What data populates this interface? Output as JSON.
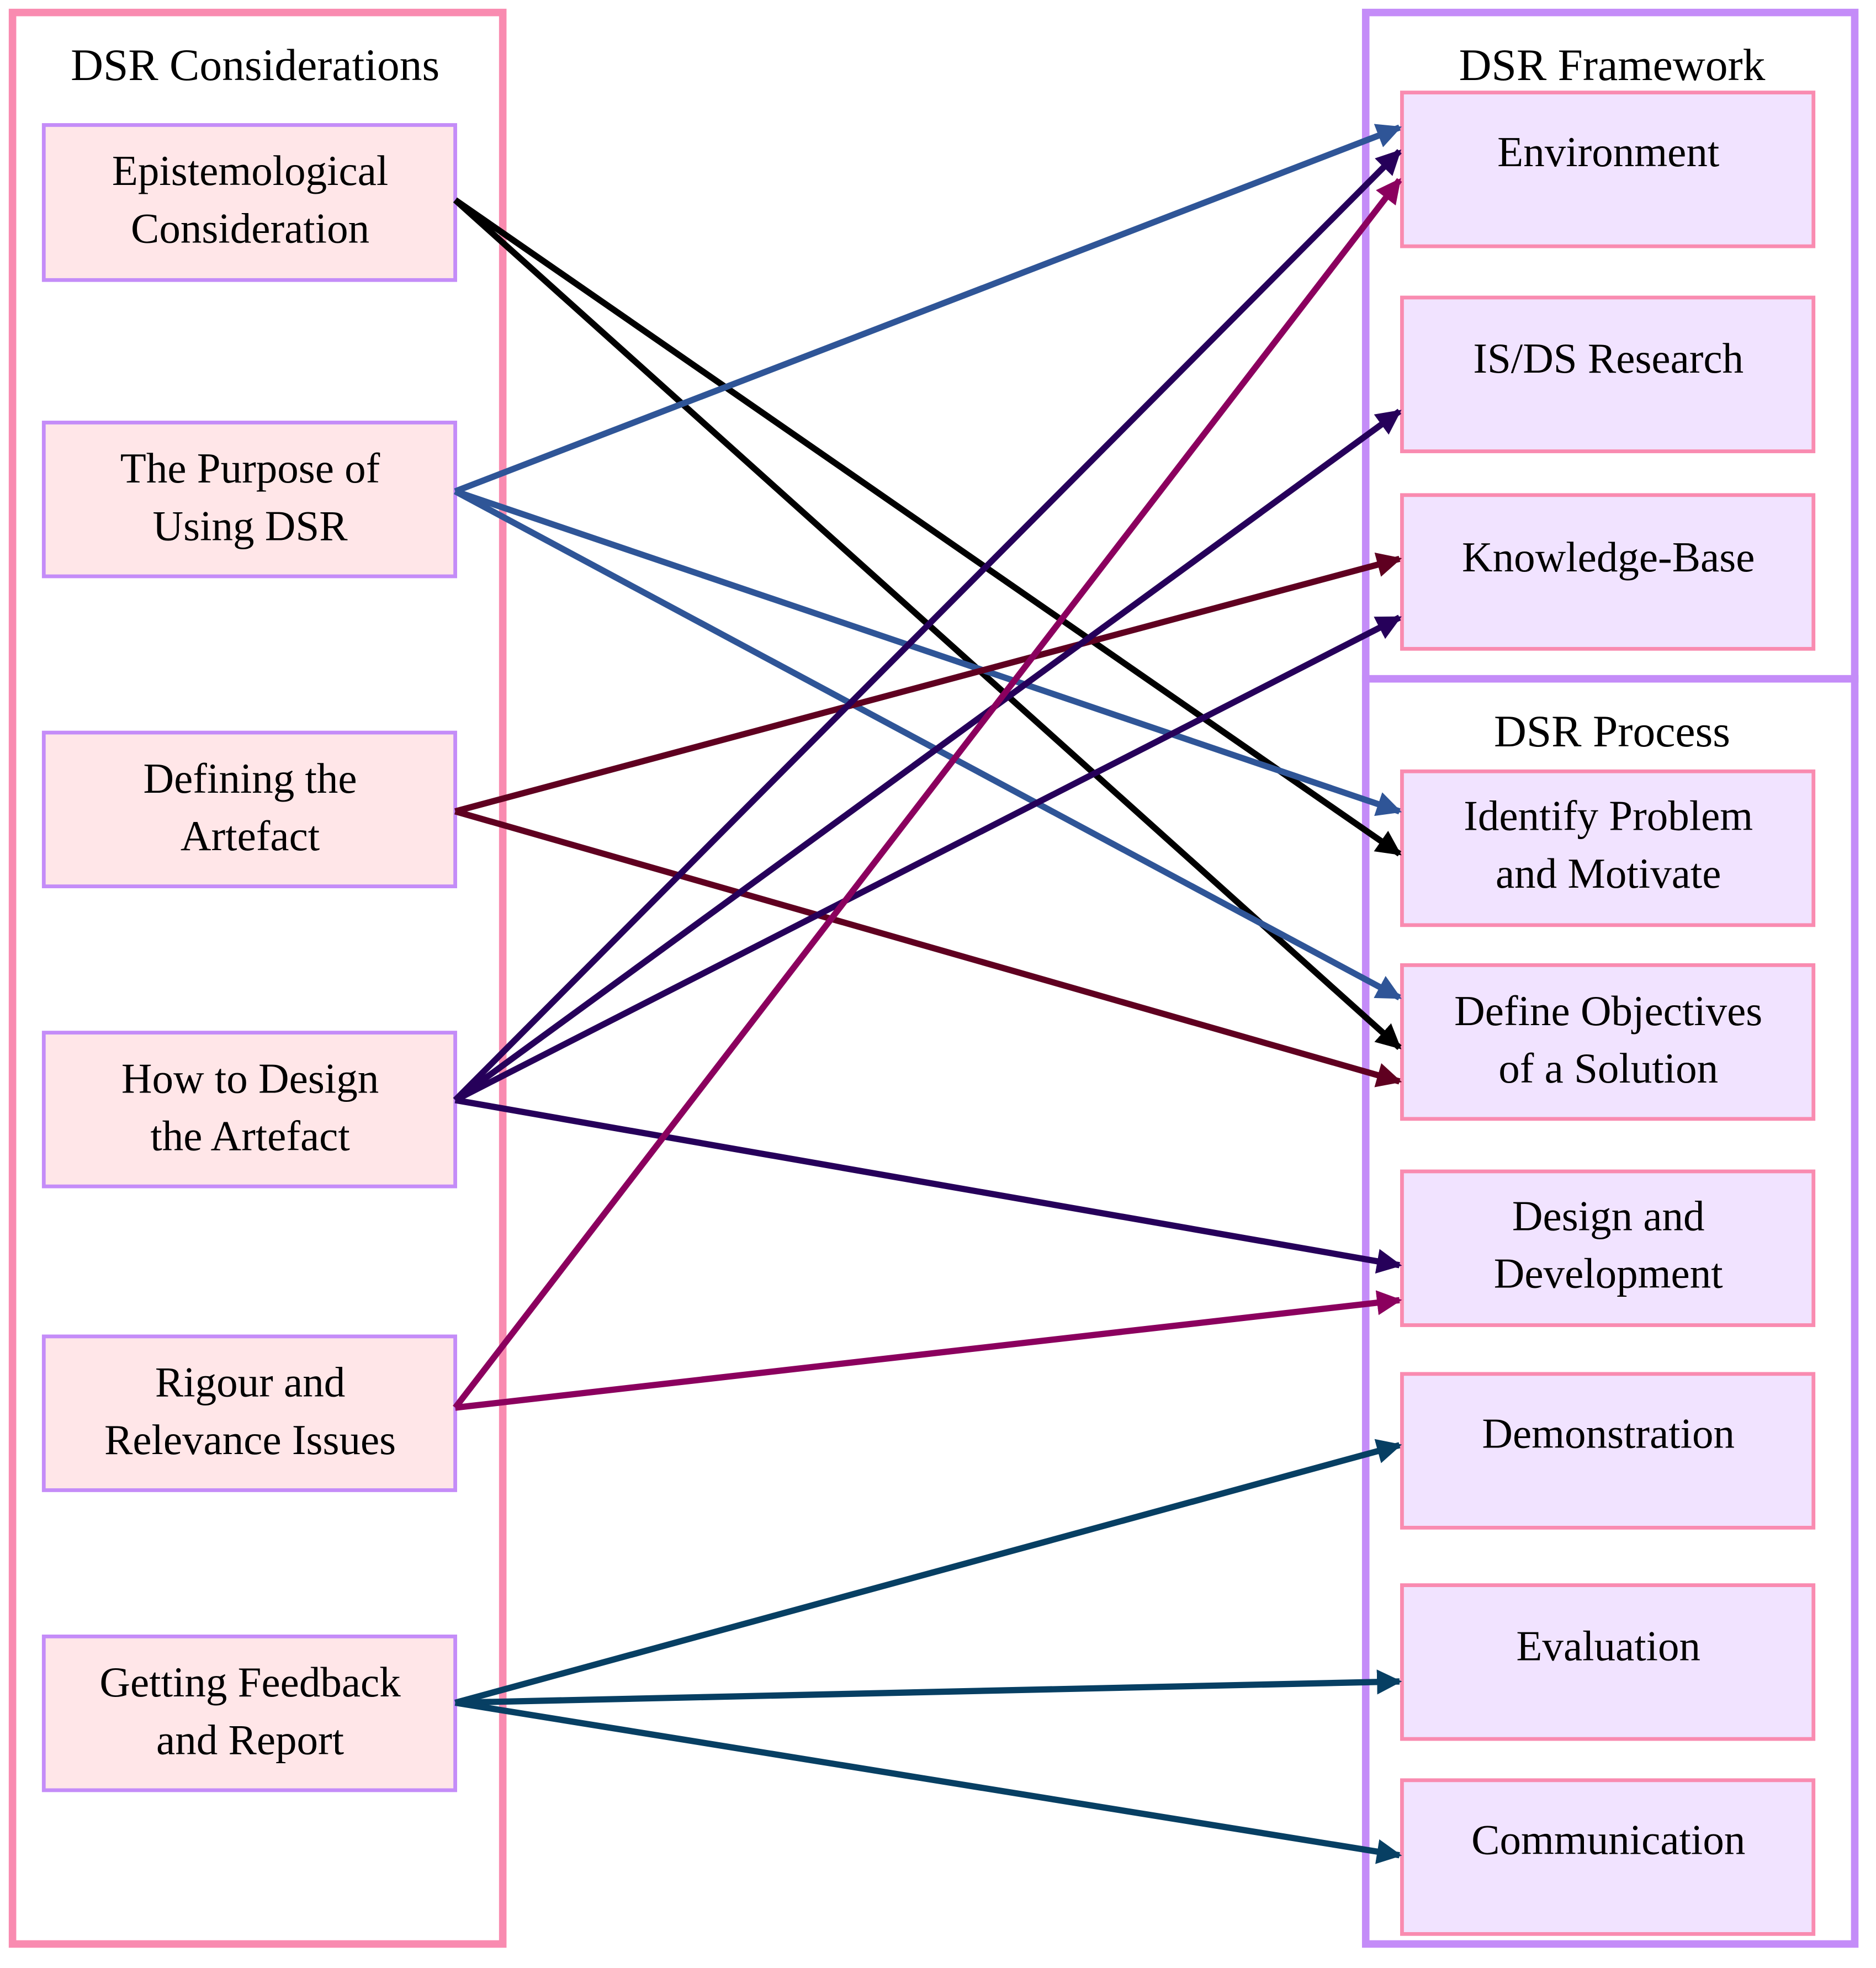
{
  "left_panel": {
    "title": "DSR Considerations",
    "border_color": "#f98bb0",
    "items": [
      {
        "id": "epi",
        "lines": [
          "Epistemological",
          "Consideration"
        ]
      },
      {
        "id": "purpose",
        "lines": [
          "The Purpose of",
          "Using DSR"
        ]
      },
      {
        "id": "defining",
        "lines": [
          "Defining the",
          "Artefact"
        ]
      },
      {
        "id": "how",
        "lines": [
          "How to Design",
          "the Artefact"
        ]
      },
      {
        "id": "rigour",
        "lines": [
          "Rigour and",
          "Relevance Issues"
        ]
      },
      {
        "id": "feedback",
        "lines": [
          "Getting Feedback",
          "and Report"
        ]
      }
    ],
    "item_fill": "#ffe6e8",
    "item_border": "#c48cf8"
  },
  "framework_panel": {
    "title": "DSR Framework",
    "border_color": "#c48cf8",
    "items": [
      {
        "id": "environment",
        "lines": [
          "Environment"
        ]
      },
      {
        "id": "isds",
        "lines": [
          "IS/DS Research"
        ]
      },
      {
        "id": "kb",
        "lines": [
          "Knowledge-Base"
        ]
      }
    ]
  },
  "process_panel": {
    "title": "DSR Process",
    "border_color": "#c48cf8",
    "items": [
      {
        "id": "identify",
        "lines": [
          "Identify Problem",
          "and Motivate"
        ]
      },
      {
        "id": "define",
        "lines": [
          "Define Objectives",
          "of a Solution"
        ]
      },
      {
        "id": "design",
        "lines": [
          "Design and",
          "Development"
        ]
      },
      {
        "id": "demo",
        "lines": [
          "Demonstration"
        ]
      },
      {
        "id": "eval",
        "lines": [
          "Evaluation"
        ]
      },
      {
        "id": "comm",
        "lines": [
          "Communication"
        ]
      }
    ]
  },
  "right_item_fill": "#f1e3ff",
  "right_item_border": "#f98bb0",
  "connections": [
    {
      "from": "epi",
      "to": "identify",
      "color": "#000000"
    },
    {
      "from": "epi",
      "to": "define",
      "color": "#000000"
    },
    {
      "from": "purpose",
      "to": "environment",
      "color": "#2f5597"
    },
    {
      "from": "purpose",
      "to": "identify",
      "color": "#2f5597"
    },
    {
      "from": "purpose",
      "to": "define",
      "color": "#2f5597"
    },
    {
      "from": "defining",
      "to": "kb",
      "color": "#5f0020"
    },
    {
      "from": "defining",
      "to": "define",
      "color": "#5f0020"
    },
    {
      "from": "how",
      "to": "environment",
      "color": "#26005a"
    },
    {
      "from": "how",
      "to": "isds",
      "color": "#26005a"
    },
    {
      "from": "how",
      "to": "kb",
      "color": "#26005a"
    },
    {
      "from": "how",
      "to": "design",
      "color": "#26005a"
    },
    {
      "from": "rigour",
      "to": "environment",
      "color": "#8b005e"
    },
    {
      "from": "rigour",
      "to": "design",
      "color": "#8b005e"
    },
    {
      "from": "feedback",
      "to": "demo",
      "color": "#073f63"
    },
    {
      "from": "feedback",
      "to": "eval",
      "color": "#073f63"
    },
    {
      "from": "feedback",
      "to": "comm",
      "color": "#073f63"
    }
  ]
}
